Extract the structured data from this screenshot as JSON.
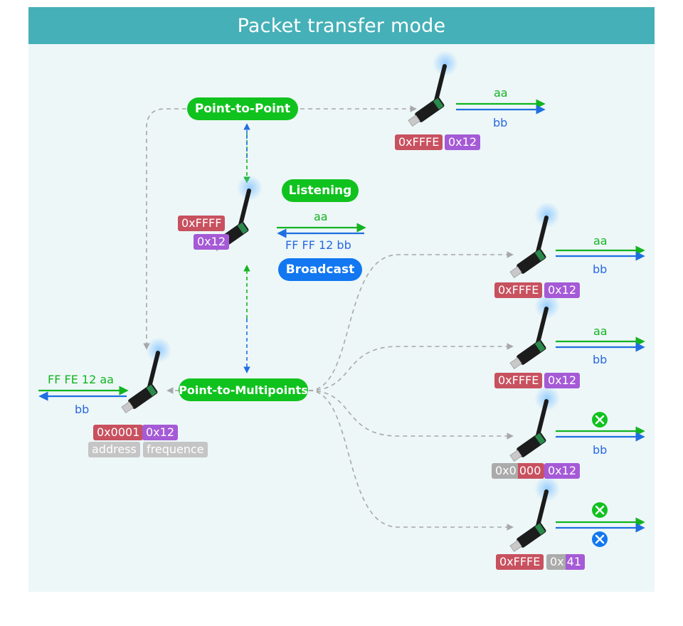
{
  "title": "Packet transfer mode",
  "modes": {
    "p2p": "Point-to-Point",
    "listening": "Listening",
    "broadcast": "Broadcast",
    "p2m": "Point-to-Multipoints"
  },
  "center": {
    "addr": "0xFFFF",
    "freq": "0x12",
    "tx": "aa",
    "rx": "FF FF 12 bb"
  },
  "p2p_target": {
    "addr": "0xFFFE",
    "freq": "0x12",
    "tx": "aa",
    "rx": "bb"
  },
  "sender": {
    "addr": "0x0001",
    "freq": "0x12",
    "tx": "FF FE 12 aa",
    "rx": "bb",
    "addr_caption": "address",
    "freq_caption": "frequence"
  },
  "receivers": [
    {
      "addr": "0xFFFE",
      "freq": "0x12",
      "tx": "aa",
      "rx": "bb"
    },
    {
      "addr": "0xFFFE",
      "freq": "0x12",
      "tx": "aa",
      "rx": "bb"
    },
    {
      "addr_a": "0x0",
      "addr_b": "000",
      "freq": "0x12",
      "rx": "bb"
    },
    {
      "addr": "0xFFFE",
      "freq_a": "0x",
      "freq_b": "41"
    }
  ],
  "colors": {
    "header": "#45b0b7",
    "background": "#edf7f8",
    "green": "#10c21e",
    "blue": "#1277f0",
    "address_tag": "#c8515f",
    "frequency_tag": "#a55ad6",
    "disabled_tag": "#c5c5c5"
  },
  "icons": [
    "lora-usb-module-icon",
    "check-circle-icon",
    "cross-circle-icon"
  ]
}
